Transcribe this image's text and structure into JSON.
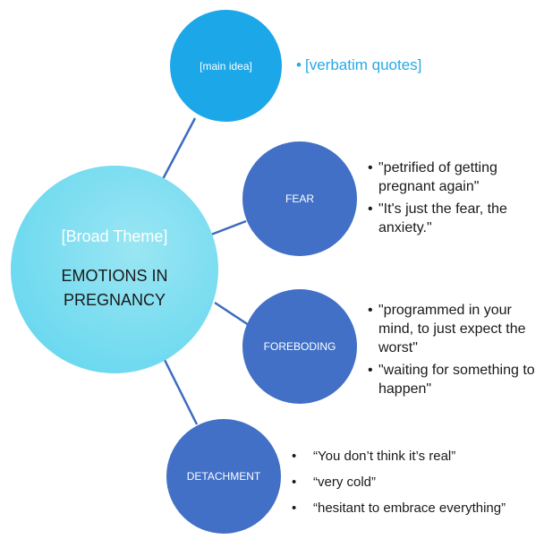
{
  "colors": {
    "main_idea_circle": "#1ca7e8",
    "subtheme_circle": "#4170c6",
    "theme_gradient_start": "#5cd4ee",
    "theme_gradient_end": "#9ae6f3",
    "connector": "#3e6bbf",
    "bullet_quote_color": "#26a9e6"
  },
  "main_idea": {
    "label": "[main idea]",
    "bullets": [
      "[verbatim quotes]"
    ]
  },
  "broad_theme": {
    "subtitle": "[Broad Theme]",
    "title": "EMOTIONS IN PREGNANCY"
  },
  "subthemes": [
    {
      "label": "FEAR",
      "quotes": [
        "\"petrified of getting pregnant again\"",
        "\"It's just the fear, the anxiety.\""
      ]
    },
    {
      "label": "FOREBODING",
      "quotes": [
        "\"programmed in your mind, to just expect the worst\"",
        "\"waiting for something to happen\""
      ]
    },
    {
      "label": "DETACHMENT",
      "quotes": [
        "“You don’t think it’s real”",
        "“very cold”",
        "“hesitant to embrace everything”"
      ]
    }
  ]
}
